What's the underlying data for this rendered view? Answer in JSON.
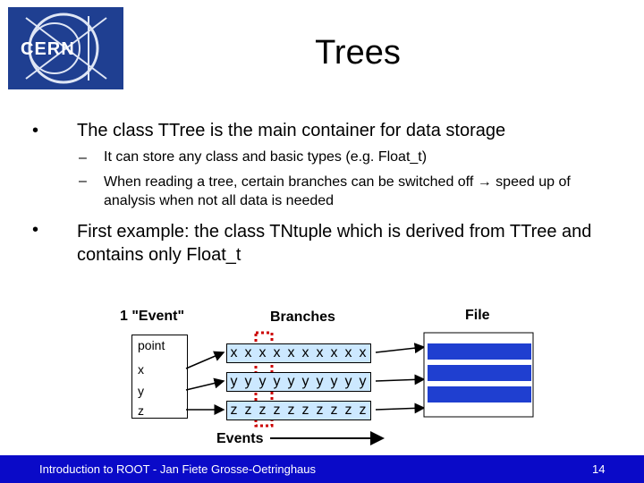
{
  "logo": {
    "text": "CERN"
  },
  "title": "Trees",
  "bullets": [
    {
      "text": "The class TTree is the main container for data storage"
    },
    {
      "text": "First example: the class TNtuple which is derived from TTree and contains only Float_t"
    }
  ],
  "sub_bullets": [
    {
      "text": "It can store any class and basic types (e.g. Float_t)"
    },
    {
      "text": "When reading a tree, certain branches can be switched off → speed up of analysis when not all data is needed"
    }
  ],
  "diagram": {
    "event_label": "1 \"Event\"",
    "branches_label": "Branches",
    "file_label": "File",
    "events_label": "Events",
    "point_labels": [
      "point",
      "x",
      "y",
      "z"
    ],
    "rows": [
      [
        "x",
        "x",
        "x",
        "x",
        "x",
        "x",
        "x",
        "x",
        "x",
        "x"
      ],
      [
        "y",
        "y",
        "y",
        "y",
        "y",
        "y",
        "y",
        "y",
        "y",
        "y"
      ],
      [
        "z",
        "z",
        "z",
        "z",
        "z",
        "z",
        "z",
        "z",
        "z",
        "z"
      ]
    ]
  },
  "footer": {
    "text": "Introduction to ROOT - Jan Fiete Grosse-Oetringhaus",
    "page": "14"
  },
  "colors": {
    "footer_bg": "#0a0ac8",
    "logo_bg": "#1f3f91",
    "branch_fill": "#cce8ff",
    "file_fill": "#1f3fd0",
    "highlight": "#cc0000"
  }
}
